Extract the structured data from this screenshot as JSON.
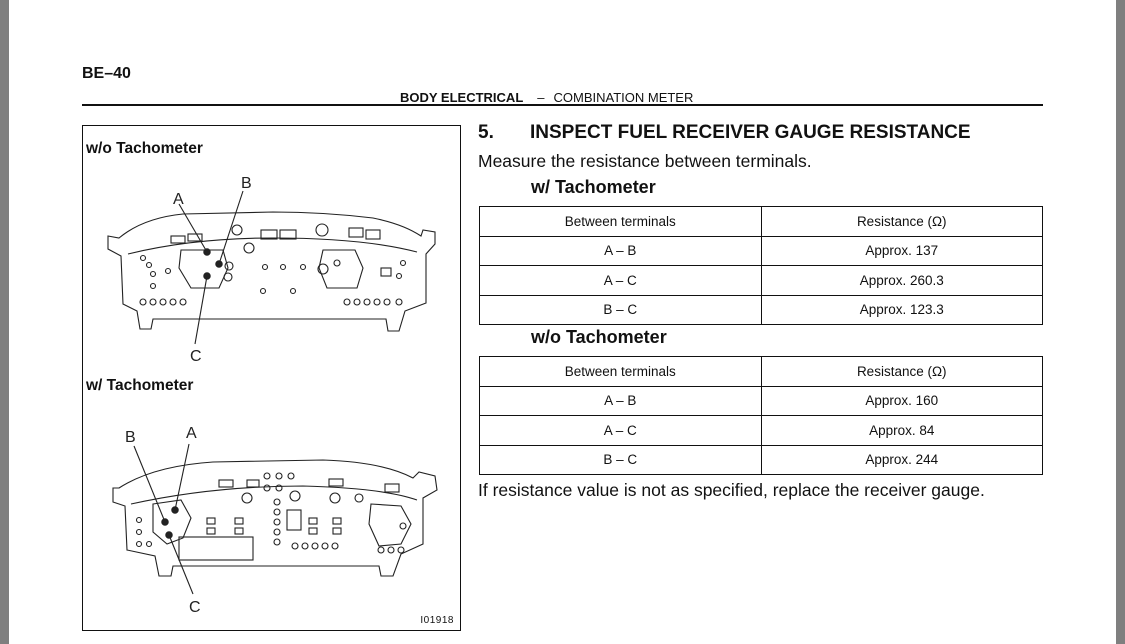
{
  "page": {
    "number": "BE–40",
    "section": "BODY ELECTRICAL",
    "separator": "–",
    "subsection": "COMBINATION METER"
  },
  "figure": {
    "top_title": "w/o Tachometer",
    "bottom_title": "w/ Tachometer",
    "top_labels": {
      "a": "A",
      "b": "B",
      "c": "C"
    },
    "bottom_labels": {
      "a": "A",
      "b": "B",
      "c": "C"
    },
    "code": "I01918"
  },
  "step": {
    "number": "5.",
    "title": "INSPECT FUEL RECEIVER GAUGE RESISTANCE",
    "instruction": "Measure the resistance between terminals."
  },
  "tables": [
    {
      "heading": "w/ Tachometer",
      "columns": [
        "Between terminals",
        "Resistance (Ω)"
      ],
      "rows": [
        [
          "A – B",
          "Approx. 137"
        ],
        [
          "A – C",
          "Approx. 260.3"
        ],
        [
          "B – C",
          "Approx. 123.3"
        ]
      ]
    },
    {
      "heading": "w/o Tachometer",
      "columns": [
        "Between terminals",
        "Resistance (Ω)"
      ],
      "rows": [
        [
          "A – B",
          "Approx. 160"
        ],
        [
          "A – C",
          "Approx. 84"
        ],
        [
          "B – C",
          "Approx. 244"
        ]
      ]
    }
  ],
  "note": "If resistance value is not as specified, replace the receiver gauge."
}
